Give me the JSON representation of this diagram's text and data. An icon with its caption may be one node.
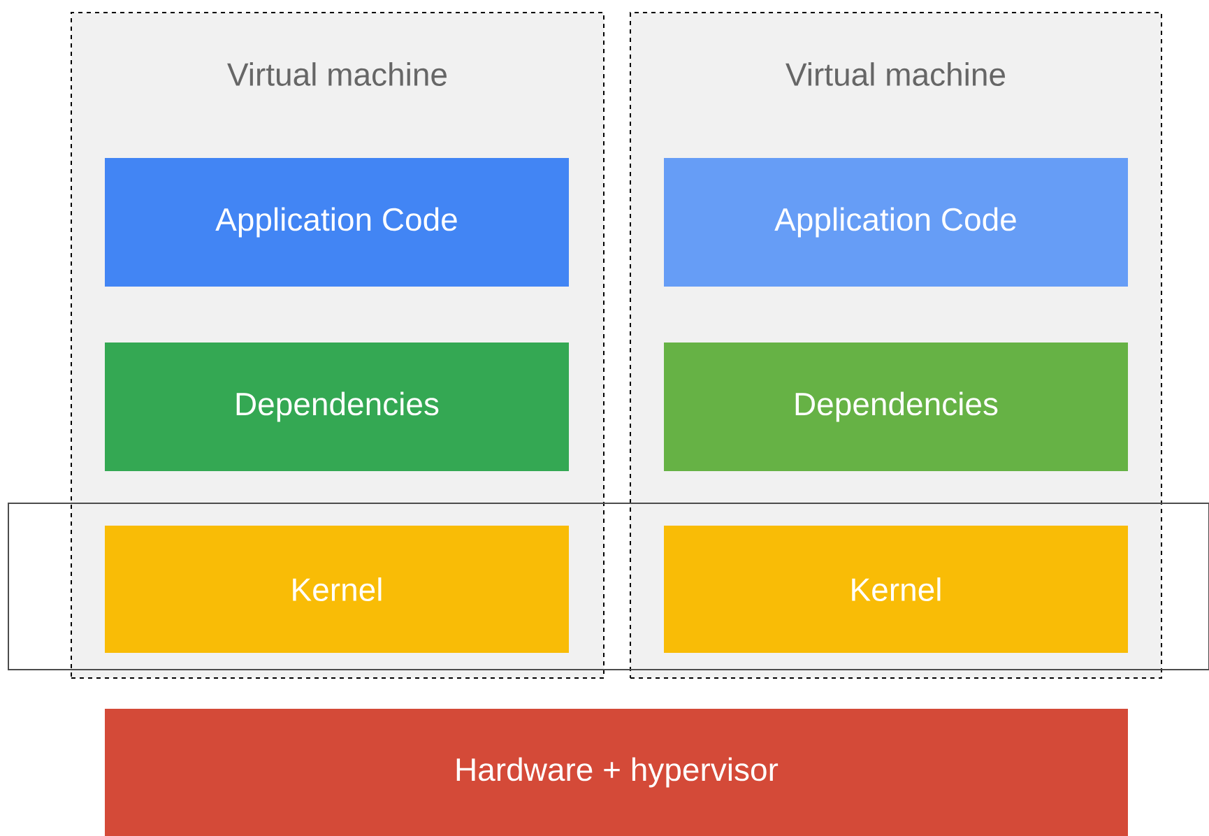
{
  "diagram": {
    "nodes": [
      {
        "text": [
          "Virtual machine"
        ]
      },
      {
        "text": [
          "Application Code"
        ],
        "in": 0
      },
      {
        "text": [
          "Dependencies"
        ],
        "in": 0
      },
      {
        "text": [
          "Kernel"
        ]
      },
      {
        "text": [
          "Virtual machine"
        ]
      },
      {
        "text": [
          "Application Code"
        ],
        "in": 4
      },
      {
        "text": [
          "Dependencies"
        ],
        "in": 4
      },
      {
        "text": [
          "Kernel"
        ]
      },
      {
        "text": [],
        "shape": "box"
      },
      {
        "text": [
          "Hardware + hypervisor"
        ]
      }
    ]
  }
}
